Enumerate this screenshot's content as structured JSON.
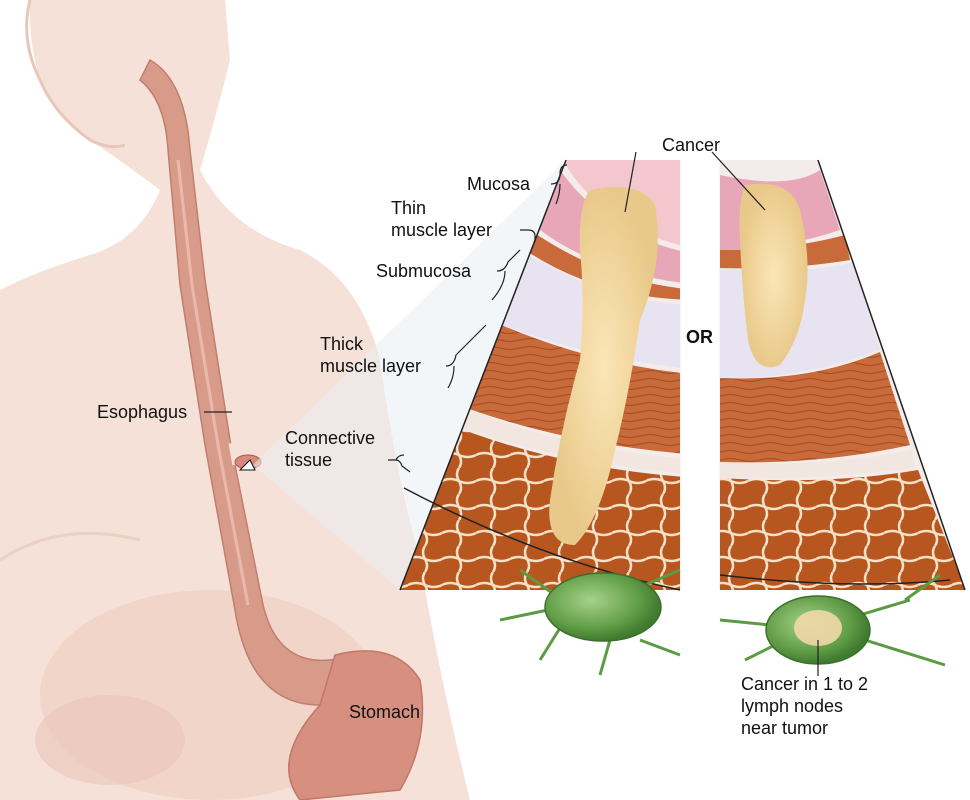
{
  "labels": {
    "esophagus": "Esophagus",
    "stomach": "Stomach",
    "mucosa": "Mucosa",
    "thin_muscle_layer": "Thin\nmuscle layer",
    "submucosa": "Submucosa",
    "thick_muscle_layer": "Thick\nmuscle layer",
    "connective_tissue": "Connective\ntissue",
    "cancer": "Cancer",
    "or": "OR",
    "lymph_node_cancer": "Cancer in 1 to 2\nlymph nodes\nnear tumor"
  },
  "colors": {
    "skin": "#f6e0d6",
    "esophagus": "#d99a88",
    "mucosa": "#e8a7b9",
    "submucosa": "#e6e2f2",
    "muscle": "#c8693a",
    "connective": "#b3561f",
    "tumor": "#f1d59a",
    "lymph_node": "#6aa64e"
  }
}
